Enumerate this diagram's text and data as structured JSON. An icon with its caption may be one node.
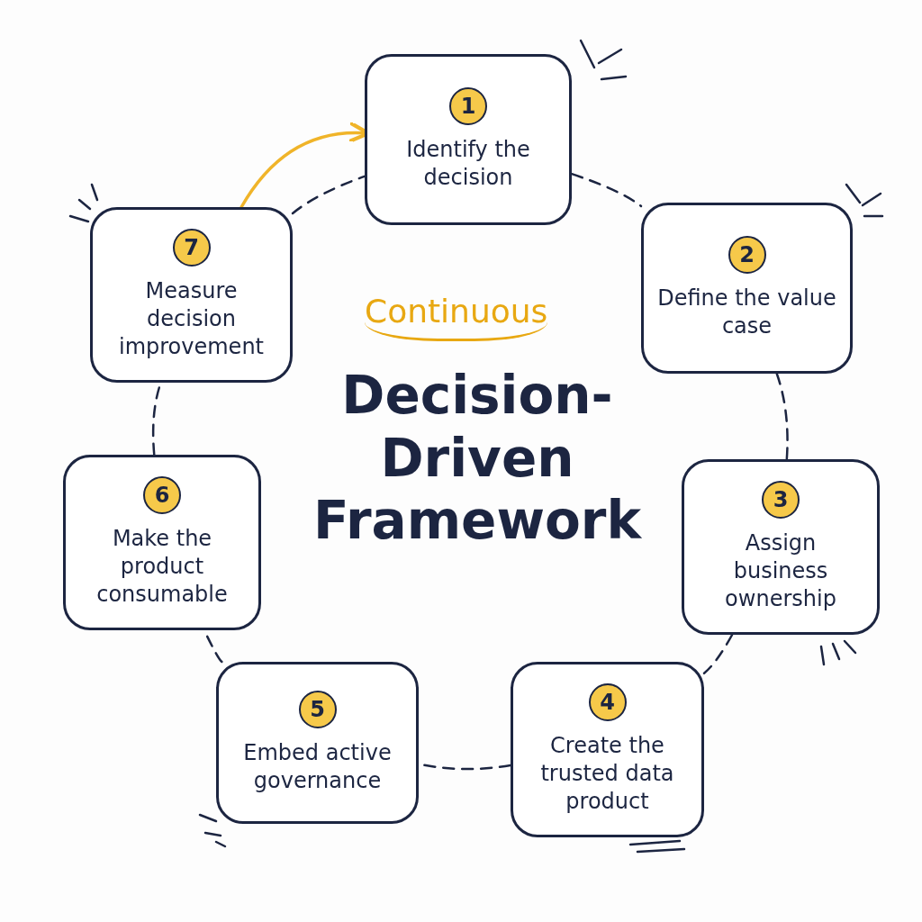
{
  "diagram": {
    "title": "Decision-Driven Framework",
    "nodes": [
      {
        "text": [
          "1",
          "Identify the decision"
        ]
      },
      {
        "text": [
          "2",
          "Define the value case"
        ]
      },
      {
        "text": [
          "3",
          "Assign business ownership"
        ]
      },
      {
        "text": [
          "4",
          "Create the trusted data product"
        ]
      },
      {
        "text": [
          "5",
          "Embed active governance"
        ]
      },
      {
        "text": [
          "6",
          "Make the product consumable"
        ]
      },
      {
        "text": [
          "7",
          "Measure decision improvement"
        ]
      }
    ],
    "edges": [
      {
        "from": 0,
        "to": 1,
        "arrow": "none",
        "style": "dashed"
      },
      {
        "from": 1,
        "to": 2,
        "arrow": "none",
        "style": "dashed"
      },
      {
        "from": 2,
        "to": 3,
        "arrow": "none",
        "style": "dashed"
      },
      {
        "from": 3,
        "to": 4,
        "arrow": "none",
        "style": "dashed"
      },
      {
        "from": 4,
        "to": 5,
        "arrow": "none",
        "style": "dashed"
      },
      {
        "from": 5,
        "to": 6,
        "arrow": "none",
        "style": "dashed"
      },
      {
        "from": 6,
        "to": 0,
        "arrow": "none",
        "style": "dashed"
      },
      {
        "from": 6,
        "to": 0,
        "arrow": "to",
        "color": "#f0b429"
      }
    ],
    "labels": [
      "Continuous"
    ]
  }
}
